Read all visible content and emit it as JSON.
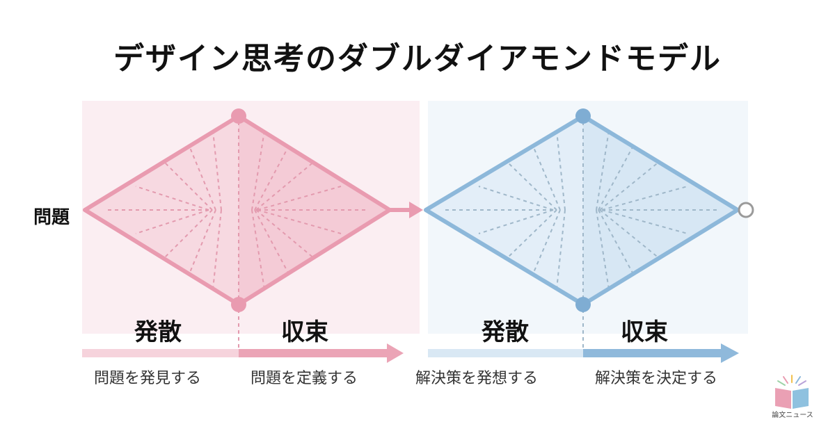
{
  "title": "デザイン思考のダブルダイアモンドモデル",
  "side_label": "問題",
  "colors": {
    "pink": "#e99bb0",
    "pink_fill": "#f8e1e7",
    "pink_fill_dark": "#f5d2dc",
    "blue": "#8db8da",
    "blue_fill": "#e6f0f9",
    "blue_fill_dark": "#dbe8f5"
  },
  "diamonds": [
    {
      "name": "first",
      "phases": [
        {
          "label": "発散",
          "step": "問題を発見する"
        },
        {
          "label": "収束",
          "step": "問題を定義する"
        }
      ]
    },
    {
      "name": "second",
      "phases": [
        {
          "label": "発散",
          "step": "解決策を発想する"
        },
        {
          "label": "収束",
          "step": "解決策を決定する"
        }
      ]
    }
  ],
  "logo": {
    "text": "論文ニュース"
  }
}
